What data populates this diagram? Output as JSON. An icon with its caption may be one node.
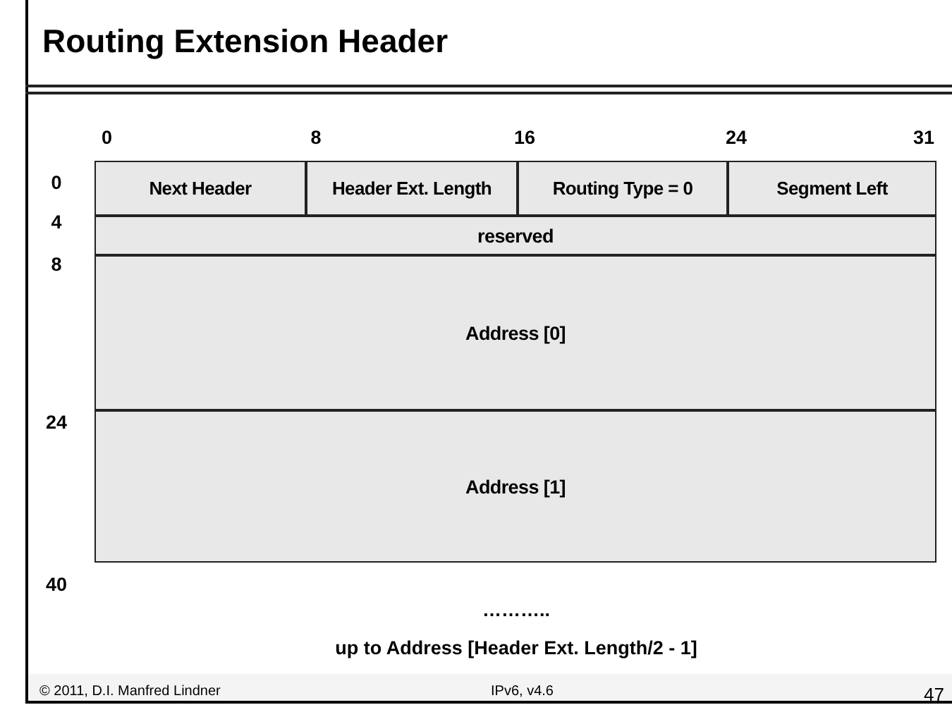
{
  "diagram": {
    "title": "Routing Extension Header",
    "nodes": [
      {
        "text": [
          "Next Header"
        ]
      },
      {
        "text": [
          "Header Ext. Length"
        ]
      },
      {
        "text": [
          "Routing Type = 0"
        ]
      },
      {
        "text": [
          "Segment Left"
        ]
      },
      {
        "text": [
          "reserved"
        ]
      },
      {
        "text": [
          "Address [0]"
        ]
      },
      {
        "text": [
          "Address [1]"
        ]
      }
    ],
    "labels": [
      "0",
      "8",
      "16",
      "24",
      "31",
      "0",
      "4",
      "8",
      "24",
      "40",
      "………..",
      "up to Address [Header Ext. Length/2 - 1]",
      "© 2011, D.I. Manfred Lindner",
      "IPv6, v4.6",
      "47"
    ]
  }
}
